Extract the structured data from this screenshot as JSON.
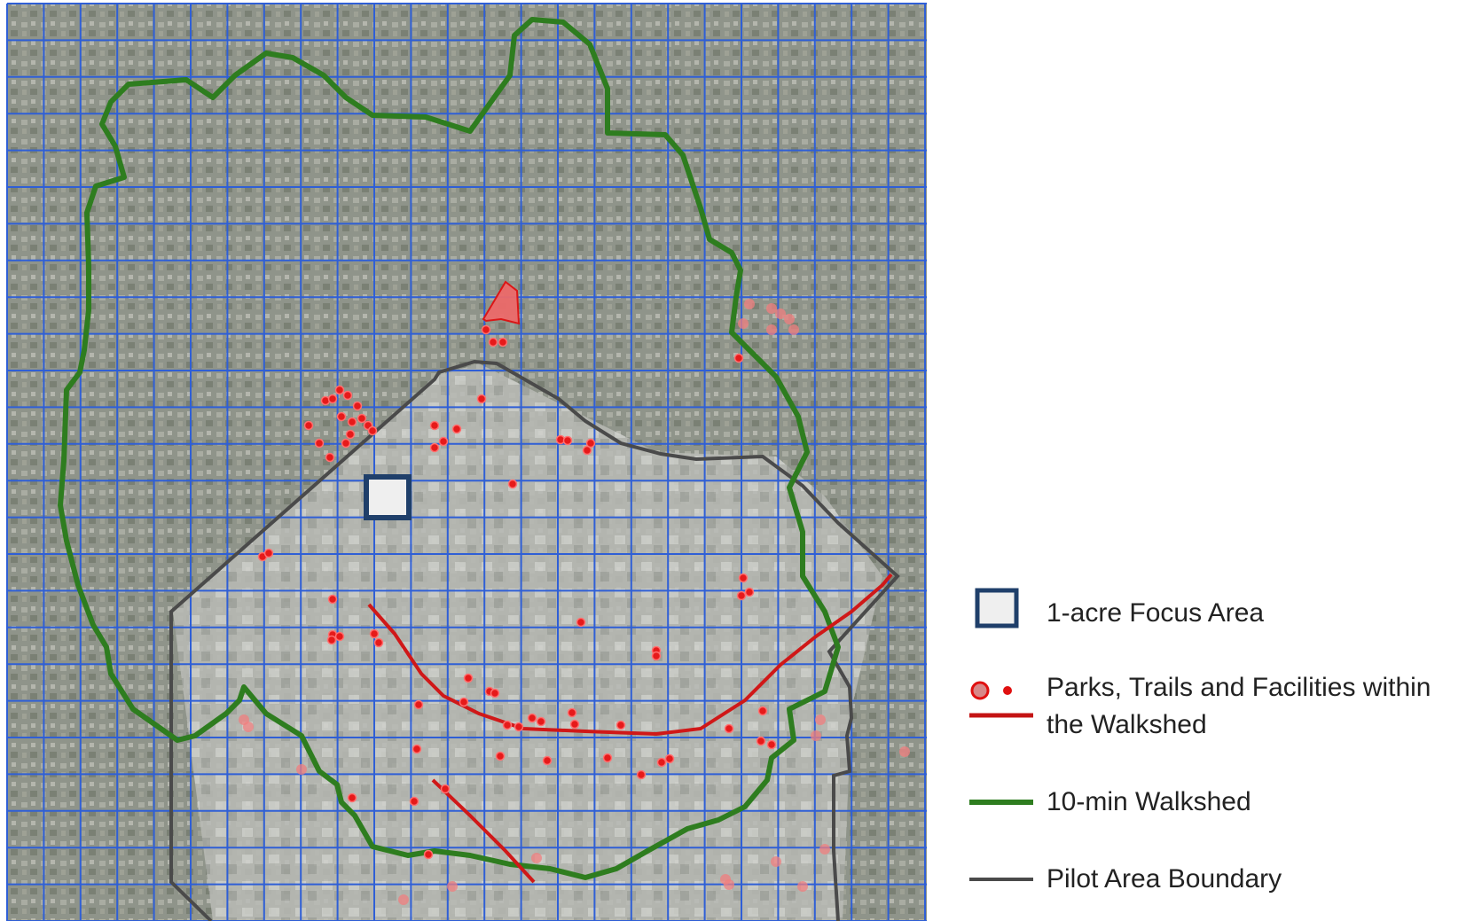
{
  "map": {
    "basemap": "aerial-imagery",
    "grid_color": "#2f5fd6",
    "walkshed_color": "#2e7d1f",
    "boundary_color": "#4a4a4a",
    "feature_color": "#e01010",
    "focus_color": "#1f3f6a"
  },
  "legend": {
    "focus_area": "1-acre Focus Area",
    "parks_line1": "Parks, Trails and Facilities within",
    "parks_line2": "the Walkshed",
    "walkshed": "10-min Walkshed",
    "boundary": "Pilot Area Boundary"
  }
}
